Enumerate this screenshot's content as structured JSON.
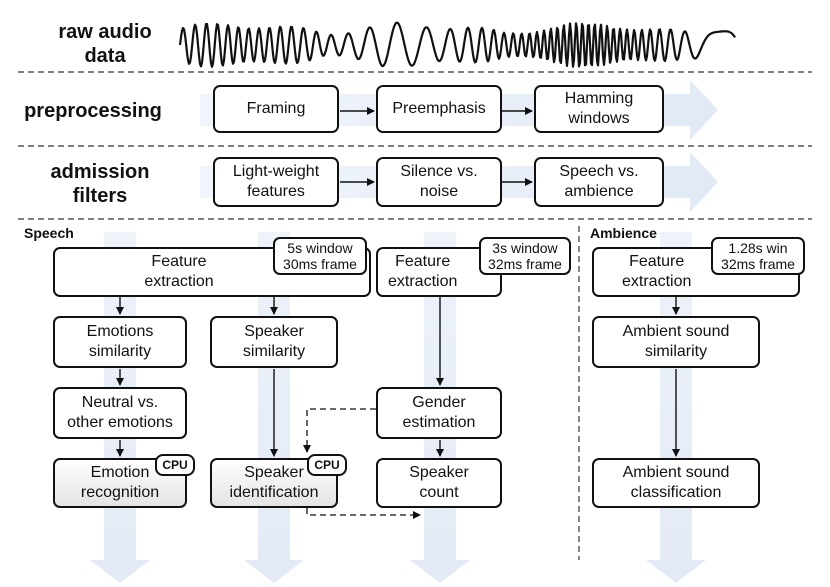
{
  "rows": {
    "raw_audio": "raw audio\ndata",
    "preprocessing": "preprocessing",
    "admission_filters": "admission\nfilters"
  },
  "preprocessing": {
    "framing": "Framing",
    "preemphasis": "Preemphasis",
    "hamming": "Hamming\nwindows"
  },
  "admission": {
    "lightweight": "Light-weight\nfeatures",
    "silence": "Silence vs.\nnoise",
    "speech": "Speech vs.\nambience"
  },
  "speech": {
    "section_label": "Speech",
    "feature_extraction_a": "Feature\nextraction",
    "window_a": "5s window\n30ms frame",
    "feature_extraction_b": "Feature\nextraction",
    "window_b": "3s window\n32ms frame",
    "emotions_similarity": "Emotions\nsimilarity",
    "speaker_similarity": "Speaker\nsimilarity",
    "neutral": "Neutral vs.\nother emotions",
    "gender": "Gender\nestimation",
    "emotion_recognition": "Emotion\nrecognition",
    "speaker_identification": "Speaker\nidentification",
    "speaker_count": "Speaker\ncount",
    "cpu_tag": "CPU"
  },
  "ambience": {
    "section_label": "Ambience",
    "feature_extraction": "Feature\nextraction",
    "window": "1.28s win\n32ms frame",
    "ambient_similarity": "Ambient sound\nsimilarity",
    "ambient_classification": "Ambient sound\nclassification"
  }
}
